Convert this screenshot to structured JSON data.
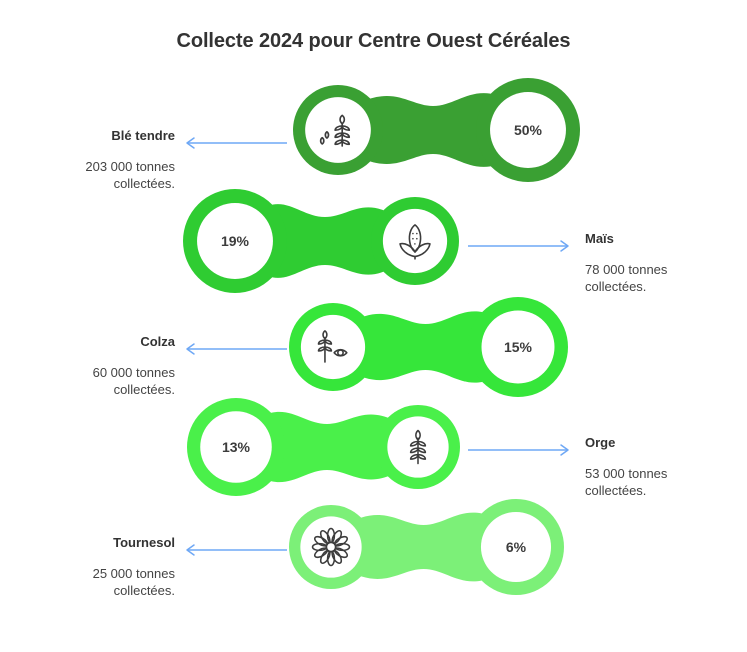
{
  "title": "Collecte 2024 pour Centre Ouest Céréales",
  "colors": {
    "arrow": "#6fa8f5",
    "title_text": "#333333",
    "body_text": "#444444",
    "background": "#ffffff"
  },
  "chart_data": {
    "type": "bar",
    "title": "Collecte 2024 pour Centre Ouest Céréales",
    "xlabel": "",
    "ylabel": "",
    "categories": [
      "Blé tendre",
      "Maïs",
      "Colza",
      "Orge",
      "Tournesol"
    ],
    "values": [
      50,
      19,
      15,
      13,
      6
    ],
    "value_labels": [
      "50%",
      "19%",
      "15%",
      "13%",
      "6%"
    ],
    "tonnage": [
      203000,
      78000,
      60000,
      53000,
      25000
    ],
    "tonnage_labels": [
      "203 000 tonnes collectées.",
      "78 000 tonnes collectées.",
      "60 000 tonnes collectées.",
      "53 000 tonnes collectées.",
      "25 000 tonnes collectées."
    ],
    "series_colors": [
      "#3aa033",
      "#2fcc32",
      "#36e63a",
      "#4af04a",
      "#7cf078"
    ],
    "legend": "none",
    "grid": false
  },
  "rows": [
    {
      "name": "Blé tendre",
      "percent": "50%",
      "tonnage_line1": "203 000 tonnes",
      "tonnage_line2": "collectées.",
      "color": "#3aa033",
      "icon": "wheat-icon",
      "label_side": "left",
      "arrow_direction": "left"
    },
    {
      "name": "Maïs",
      "percent": "19%",
      "tonnage_line1": "78 000 tonnes",
      "tonnage_line2": "collectées.",
      "color": "#2fcc32",
      "icon": "corn-icon",
      "label_side": "right",
      "arrow_direction": "right"
    },
    {
      "name": "Colza",
      "percent": "15%",
      "tonnage_line1": "60 000 tonnes",
      "tonnage_line2": "collectées.",
      "color": "#36e63a",
      "icon": "rapeseed-icon",
      "label_side": "left",
      "arrow_direction": "left"
    },
    {
      "name": "Orge",
      "percent": "13%",
      "tonnage_line1": "53 000 tonnes",
      "tonnage_line2": "collectées.",
      "color": "#4af04a",
      "icon": "barley-icon",
      "label_side": "right",
      "arrow_direction": "right"
    },
    {
      "name": "Tournesol",
      "percent": "6%",
      "tonnage_line1": "25 000 tonnes",
      "tonnage_line2": "collectées.",
      "color": "#7cf078",
      "icon": "sunflower-icon",
      "label_side": "left",
      "arrow_direction": "left"
    }
  ]
}
